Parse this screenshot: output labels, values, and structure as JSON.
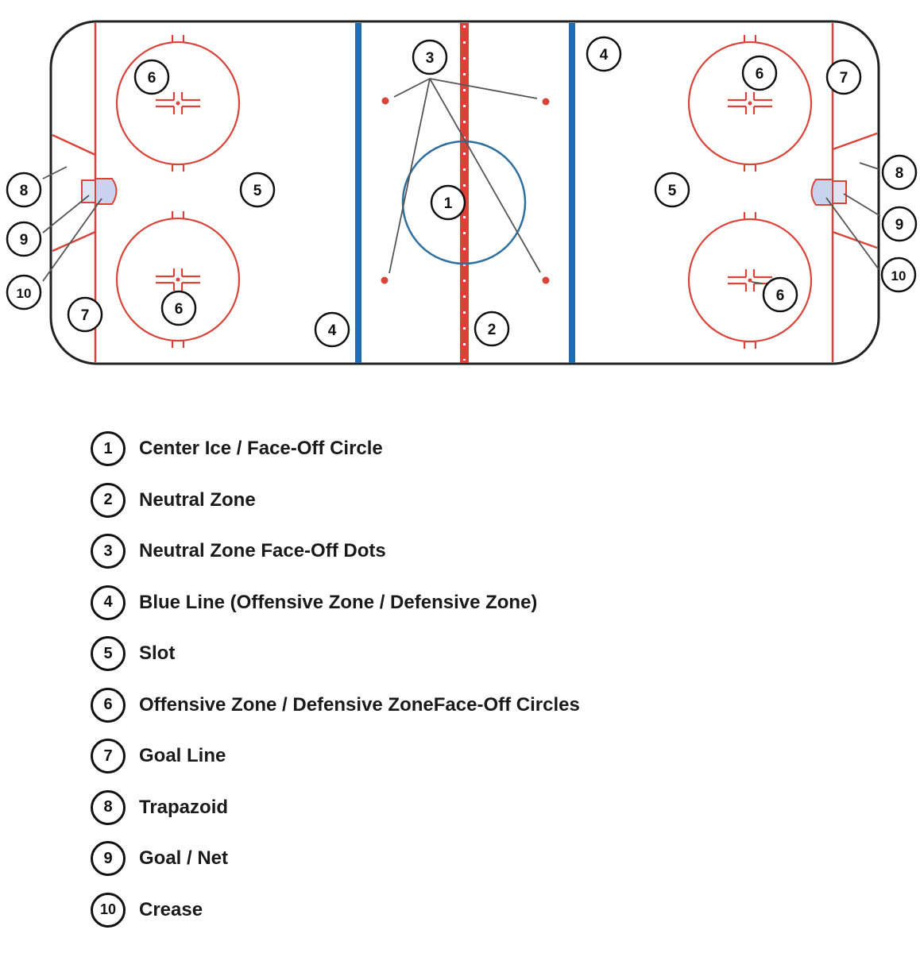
{
  "diagram": {
    "callouts": [
      {
        "id": "c1",
        "number": "1"
      },
      {
        "id": "c2",
        "number": "2"
      },
      {
        "id": "c3",
        "number": "3"
      },
      {
        "id": "c4a",
        "number": "4"
      },
      {
        "id": "c4b",
        "number": "4"
      },
      {
        "id": "c5a",
        "number": "5"
      },
      {
        "id": "c5b",
        "number": "5"
      },
      {
        "id": "c6a",
        "number": "6"
      },
      {
        "id": "c6b",
        "number": "6"
      },
      {
        "id": "c6c",
        "number": "6"
      },
      {
        "id": "c6d",
        "number": "6"
      },
      {
        "id": "c7a",
        "number": "7"
      },
      {
        "id": "c7b",
        "number": "7"
      },
      {
        "id": "c8a",
        "number": "8"
      },
      {
        "id": "c8b",
        "number": "8"
      },
      {
        "id": "c9a",
        "number": "9"
      },
      {
        "id": "c9b",
        "number": "9"
      },
      {
        "id": "c10a",
        "number": "10"
      },
      {
        "id": "c10b",
        "number": "10"
      }
    ],
    "colors": {
      "red_line": "#d9443a",
      "blue_line": "#1f6db5",
      "center_circle": "#2f6f9e",
      "crease": "#c9d3ee",
      "outline": "#222222"
    }
  },
  "legend": [
    {
      "number": "1",
      "label": "Center Ice / Face-Off Circle"
    },
    {
      "number": "2",
      "label": "Neutral Zone"
    },
    {
      "number": "3",
      "label": "Neutral Zone Face-Off Dots"
    },
    {
      "number": "4",
      "label": "Blue Line (Offensive Zone / Defensive Zone)"
    },
    {
      "number": "5",
      "label": "Slot"
    },
    {
      "number": "6",
      "label": "Offensive Zone / Defensive ZoneFace-Off Circles"
    },
    {
      "number": "7",
      "label": "Goal Line"
    },
    {
      "number": "8",
      "label": "Trapazoid"
    },
    {
      "number": "9",
      "label": "Goal / Net"
    },
    {
      "number": "10",
      "label": "Crease"
    }
  ]
}
